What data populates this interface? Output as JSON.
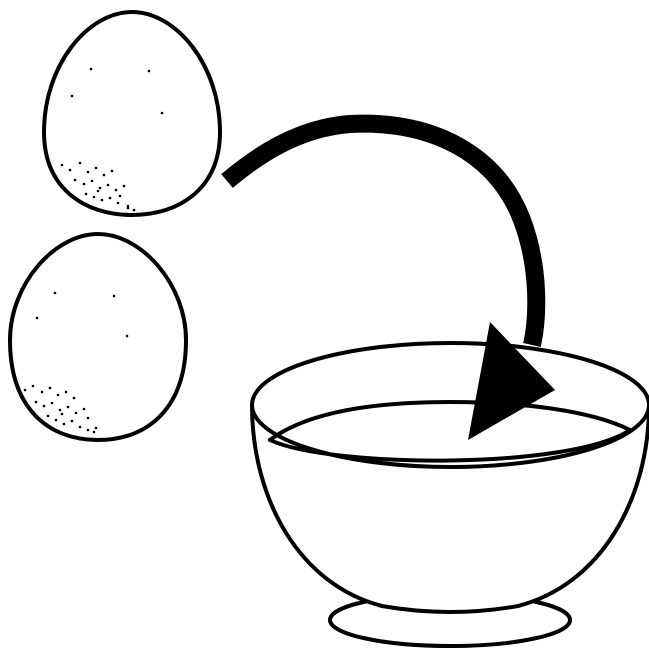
{
  "diagram": {
    "objects": [
      {
        "id": "egg-1",
        "kind": "egg",
        "icon": "egg-icon"
      },
      {
        "id": "egg-2",
        "kind": "egg",
        "icon": "egg-icon"
      },
      {
        "id": "bowl",
        "kind": "bowl",
        "icon": "bowl-icon"
      }
    ],
    "connections": [
      {
        "from": "egg-1",
        "to": "bowl",
        "icon": "curved-arrow-icon"
      }
    ],
    "colors": {
      "ink": "#000000",
      "background": "#ffffff"
    }
  }
}
